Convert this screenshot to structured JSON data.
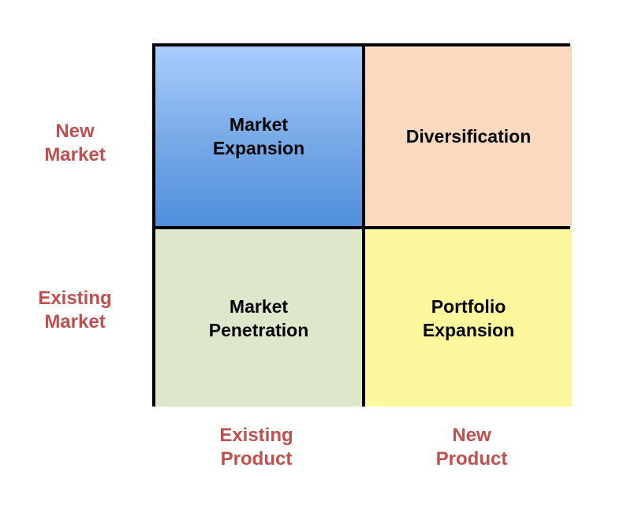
{
  "row_labels": {
    "new_market": "New\nMarket",
    "existing_market": "Existing\nMarket"
  },
  "column_labels": {
    "existing_product": "Existing\nProduct",
    "new_product": "New\nProduct"
  },
  "quadrants": {
    "market_expansion": "Market\nExpansion",
    "diversification": "Diversification",
    "market_penetration": "Market\nPenetration",
    "portfolio_expansion": "Portfolio\nExpansion"
  },
  "colors": {
    "axis_label": "#c0504d",
    "market_expansion": "#79abe8",
    "diversification": "#fbd9bf",
    "market_penetration": "#dde8ca",
    "portfolio_expansion": "#fdf79e",
    "border": "#000000"
  }
}
